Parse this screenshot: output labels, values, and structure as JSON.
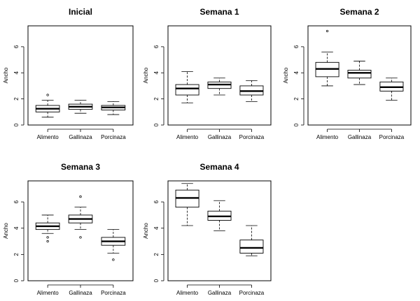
{
  "chart_data": [
    {
      "type": "boxplot",
      "title": "Inicial",
      "ylabel": "Ancho",
      "ylim": [
        0,
        7.6
      ],
      "yticks": [
        0,
        2,
        4,
        6
      ],
      "categories": [
        "Alimento",
        "Gallinaza",
        "Porcinaza"
      ],
      "boxes": [
        {
          "min": 0.6,
          "q1": 1.0,
          "median": 1.25,
          "q3": 1.5,
          "max": 1.9,
          "outliers": [
            2.3
          ]
        },
        {
          "min": 0.9,
          "q1": 1.2,
          "median": 1.4,
          "q3": 1.6,
          "max": 1.9,
          "outliers": []
        },
        {
          "min": 0.8,
          "q1": 1.15,
          "median": 1.35,
          "q3": 1.5,
          "max": 1.8,
          "outliers": []
        }
      ]
    },
    {
      "type": "boxplot",
      "title": "Semana 1",
      "ylabel": "Ancho",
      "ylim": [
        0,
        7.6
      ],
      "yticks": [
        0,
        2,
        4,
        6
      ],
      "categories": [
        "Alimento",
        "Gallinaza",
        "Porcinaza"
      ],
      "boxes": [
        {
          "min": 1.7,
          "q1": 2.3,
          "median": 2.8,
          "q3": 3.1,
          "max": 4.1,
          "outliers": []
        },
        {
          "min": 2.3,
          "q1": 2.8,
          "median": 3.1,
          "q3": 3.3,
          "max": 3.6,
          "outliers": []
        },
        {
          "min": 1.8,
          "q1": 2.3,
          "median": 2.6,
          "q3": 3.0,
          "max": 3.4,
          "outliers": []
        }
      ]
    },
    {
      "type": "boxplot",
      "title": "Semana 2",
      "ylabel": "Ancho",
      "ylim": [
        0,
        7.6
      ],
      "yticks": [
        0,
        2,
        4,
        6
      ],
      "categories": [
        "Alimento",
        "Gallinaza",
        "Porcinaza"
      ],
      "boxes": [
        {
          "min": 3.0,
          "q1": 3.7,
          "median": 4.3,
          "q3": 4.8,
          "max": 5.6,
          "outliers": [
            7.2
          ]
        },
        {
          "min": 3.1,
          "q1": 3.6,
          "median": 4.0,
          "q3": 4.2,
          "max": 4.9,
          "outliers": []
        },
        {
          "min": 1.9,
          "q1": 2.6,
          "median": 2.9,
          "q3": 3.3,
          "max": 3.6,
          "outliers": []
        }
      ]
    },
    {
      "type": "boxplot",
      "title": "Semana 3",
      "ylabel": "Ancho",
      "ylim": [
        0,
        7.6
      ],
      "yticks": [
        0,
        2,
        4,
        6
      ],
      "categories": [
        "Alimento",
        "Gallinaza",
        "Porcinaza"
      ],
      "boxes": [
        {
          "min": 3.6,
          "q1": 3.9,
          "median": 4.15,
          "q3": 4.4,
          "max": 5.0,
          "outliers": [
            3.0,
            3.3
          ]
        },
        {
          "min": 3.9,
          "q1": 4.4,
          "median": 4.7,
          "q3": 5.0,
          "max": 5.6,
          "outliers": [
            6.4,
            3.3
          ]
        },
        {
          "min": 2.1,
          "q1": 2.7,
          "median": 3.0,
          "q3": 3.3,
          "max": 3.9,
          "outliers": [
            1.6
          ]
        }
      ]
    },
    {
      "type": "boxplot",
      "title": "Semana 4",
      "ylabel": "Ancho",
      "ylim": [
        0,
        7.6
      ],
      "yticks": [
        0,
        2,
        4,
        6
      ],
      "categories": [
        "Alimento",
        "Gallinaza",
        "Porcinaza"
      ],
      "boxes": [
        {
          "min": 4.2,
          "q1": 5.6,
          "median": 6.3,
          "q3": 6.9,
          "max": 7.4,
          "outliers": []
        },
        {
          "min": 3.8,
          "q1": 4.6,
          "median": 4.9,
          "q3": 5.3,
          "max": 6.1,
          "outliers": []
        },
        {
          "min": 1.9,
          "q1": 2.1,
          "median": 2.5,
          "q3": 3.1,
          "max": 4.2,
          "outliers": []
        }
      ]
    }
  ]
}
